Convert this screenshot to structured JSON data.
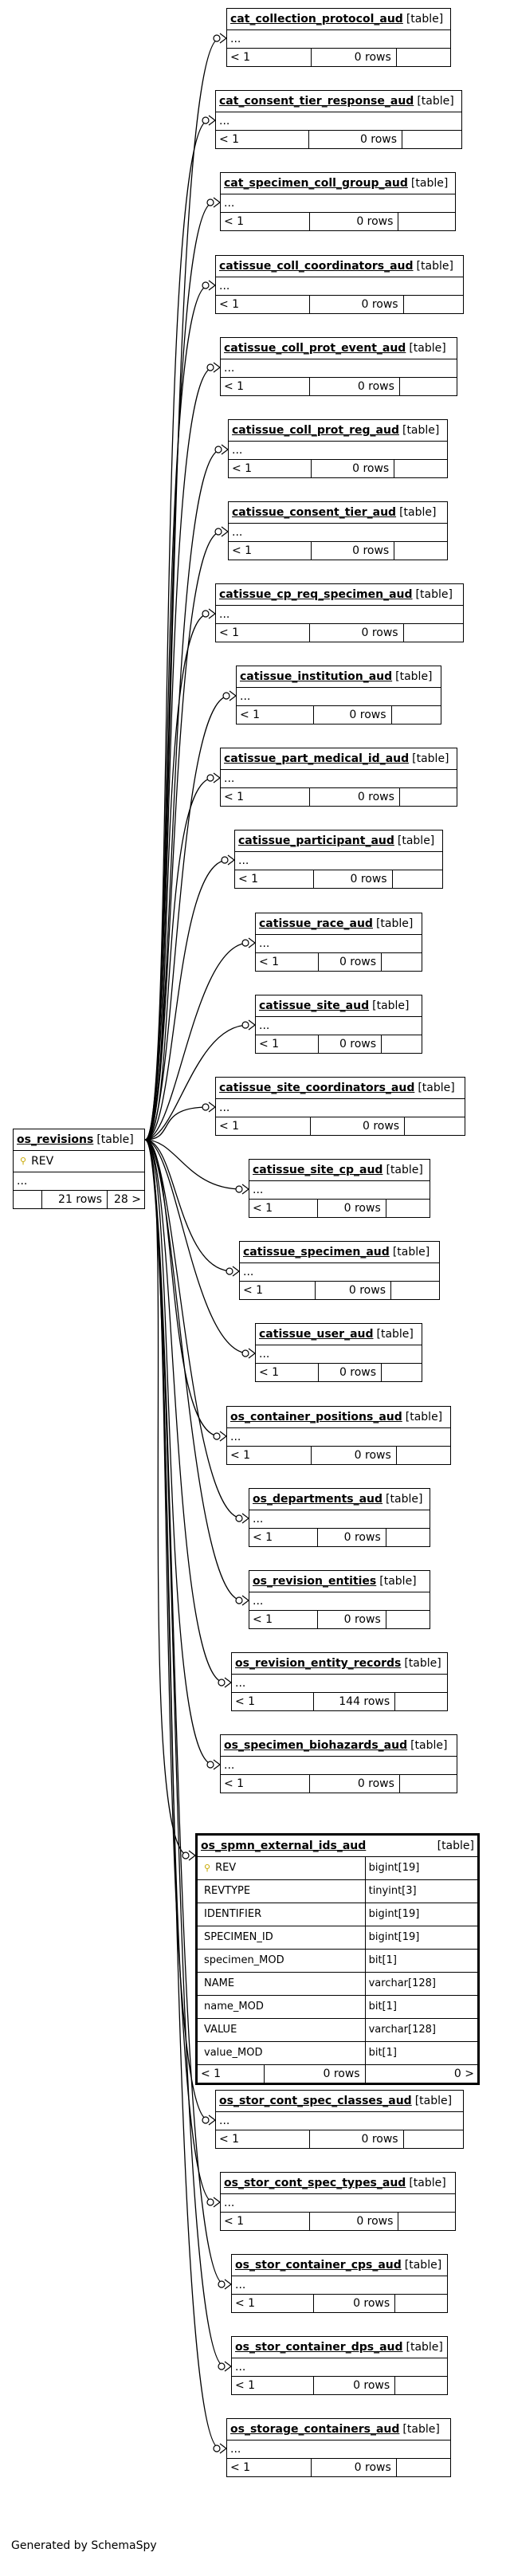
{
  "source_table": {
    "name": "os_revisions",
    "kind": "[table]",
    "key_column": "REV",
    "ellipsis": "...",
    "rows_label": "21 rows",
    "children_label": "28 >"
  },
  "tables": [
    {
      "name": "cat_collection_protocol_aud",
      "kind": "[table]",
      "ellipsis": "...",
      "nav": "< 1",
      "rows": "0 rows"
    },
    {
      "name": "cat_consent_tier_response_aud",
      "kind": "[table]",
      "ellipsis": "...",
      "nav": "< 1",
      "rows": "0 rows"
    },
    {
      "name": "cat_specimen_coll_group_aud",
      "kind": "[table]",
      "ellipsis": "...",
      "nav": "< 1",
      "rows": "0 rows"
    },
    {
      "name": "catissue_coll_coordinators_aud",
      "kind": "[table]",
      "ellipsis": "...",
      "nav": "< 1",
      "rows": "0 rows"
    },
    {
      "name": "catissue_coll_prot_event_aud",
      "kind": "[table]",
      "ellipsis": "...",
      "nav": "< 1",
      "rows": "0 rows"
    },
    {
      "name": "catissue_coll_prot_reg_aud",
      "kind": "[table]",
      "ellipsis": "...",
      "nav": "< 1",
      "rows": "0 rows"
    },
    {
      "name": "catissue_consent_tier_aud",
      "kind": "[table]",
      "ellipsis": "...",
      "nav": "< 1",
      "rows": "0 rows"
    },
    {
      "name": "catissue_cp_req_specimen_aud",
      "kind": "[table]",
      "ellipsis": "...",
      "nav": "< 1",
      "rows": "0 rows"
    },
    {
      "name": "catissue_institution_aud",
      "kind": "[table]",
      "ellipsis": "...",
      "nav": "< 1",
      "rows": "0 rows"
    },
    {
      "name": "catissue_part_medical_id_aud",
      "kind": "[table]",
      "ellipsis": "...",
      "nav": "< 1",
      "rows": "0 rows"
    },
    {
      "name": "catissue_participant_aud",
      "kind": "[table]",
      "ellipsis": "...",
      "nav": "< 1",
      "rows": "0 rows"
    },
    {
      "name": "catissue_race_aud",
      "kind": "[table]",
      "ellipsis": "...",
      "nav": "< 1",
      "rows": "0 rows"
    },
    {
      "name": "catissue_site_aud",
      "kind": "[table]",
      "ellipsis": "...",
      "nav": "< 1",
      "rows": "0 rows"
    },
    {
      "name": "catissue_site_coordinators_aud",
      "kind": "[table]",
      "ellipsis": "...",
      "nav": "< 1",
      "rows": "0 rows"
    },
    {
      "name": "catissue_site_cp_aud",
      "kind": "[table]",
      "ellipsis": "...",
      "nav": "< 1",
      "rows": "0 rows"
    },
    {
      "name": "catissue_specimen_aud",
      "kind": "[table]",
      "ellipsis": "...",
      "nav": "< 1",
      "rows": "0 rows"
    },
    {
      "name": "catissue_user_aud",
      "kind": "[table]",
      "ellipsis": "...",
      "nav": "< 1",
      "rows": "0 rows"
    },
    {
      "name": "os_container_positions_aud",
      "kind": "[table]",
      "ellipsis": "...",
      "nav": "< 1",
      "rows": "0 rows"
    },
    {
      "name": "os_departments_aud",
      "kind": "[table]",
      "ellipsis": "...",
      "nav": "< 1",
      "rows": "0 rows"
    },
    {
      "name": "os_revision_entities",
      "kind": "[table]",
      "ellipsis": "...",
      "nav": "< 1",
      "rows": "0 rows"
    },
    {
      "name": "os_revision_entity_records",
      "kind": "[table]",
      "ellipsis": "...",
      "nav": "< 1",
      "rows": "144 rows"
    },
    {
      "name": "os_specimen_biohazards_aud",
      "kind": "[table]",
      "ellipsis": "...",
      "nav": "< 1",
      "rows": "0 rows"
    }
  ],
  "focus_table": {
    "name": "os_spmn_external_ids_aud",
    "kind": "[table]",
    "columns": [
      {
        "name": "REV",
        "type": "bigint[19]",
        "key": true
      },
      {
        "name": "REVTYPE",
        "type": "tinyint[3]"
      },
      {
        "name": "IDENTIFIER",
        "type": "bigint[19]"
      },
      {
        "name": "SPECIMEN_ID",
        "type": "bigint[19]"
      },
      {
        "name": "specimen_MOD",
        "type": "bit[1]"
      },
      {
        "name": "NAME",
        "type": "varchar[128]"
      },
      {
        "name": "name_MOD",
        "type": "bit[1]"
      },
      {
        "name": "VALUE",
        "type": "varchar[128]"
      },
      {
        "name": "value_MOD",
        "type": "bit[1]"
      }
    ],
    "nav": "< 1",
    "rows": "0 rows",
    "children": "0 >"
  },
  "tables_after": [
    {
      "name": "os_stor_cont_spec_classes_aud",
      "kind": "[table]",
      "ellipsis": "...",
      "nav": "< 1",
      "rows": "0 rows"
    },
    {
      "name": "os_stor_cont_spec_types_aud",
      "kind": "[table]",
      "ellipsis": "...",
      "nav": "< 1",
      "rows": "0 rows"
    },
    {
      "name": "os_stor_container_cps_aud",
      "kind": "[table]",
      "ellipsis": "...",
      "nav": "< 1",
      "rows": "0 rows"
    },
    {
      "name": "os_stor_container_dps_aud",
      "kind": "[table]",
      "ellipsis": "...",
      "nav": "< 1",
      "rows": "0 rows"
    },
    {
      "name": "os_storage_containers_aud",
      "kind": "[table]",
      "ellipsis": "...",
      "nav": "< 1",
      "rows": "0 rows"
    }
  ],
  "footer": "Generated by SchemaSpy"
}
